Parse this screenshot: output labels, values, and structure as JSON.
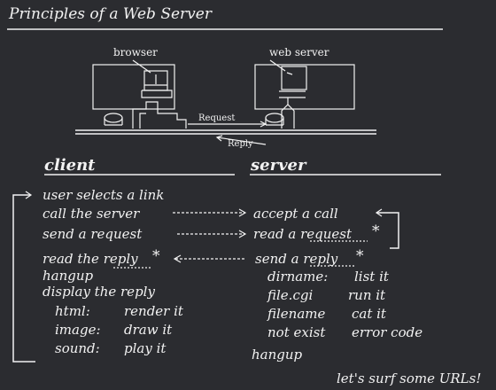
{
  "title": "Principles of a Web Server",
  "labels": {
    "browser": "browser",
    "web_server": "web server",
    "request": "Request",
    "reply": "Reply"
  },
  "headers": {
    "client": "client",
    "server": "server"
  },
  "client_lines": [
    "user selects a link",
    "call the server",
    "send a request",
    "read the reply",
    "hangup",
    "display the reply",
    "html:",
    "image:",
    "sound:"
  ],
  "client_actions": [
    "render it",
    "draw it",
    "play it"
  ],
  "server_lines": [
    "accept a call",
    "read a request",
    "send a reply",
    "hangup"
  ],
  "server_rows": [
    {
      "key": "dirname:",
      "action": "list it"
    },
    {
      "key": "file.cgi",
      "action": "run it"
    },
    {
      "key": "filename",
      "action": "cat it"
    },
    {
      "key": "not exist",
      "action": "error code"
    }
  ],
  "star": "*",
  "footer": "let's surf some URLs!"
}
